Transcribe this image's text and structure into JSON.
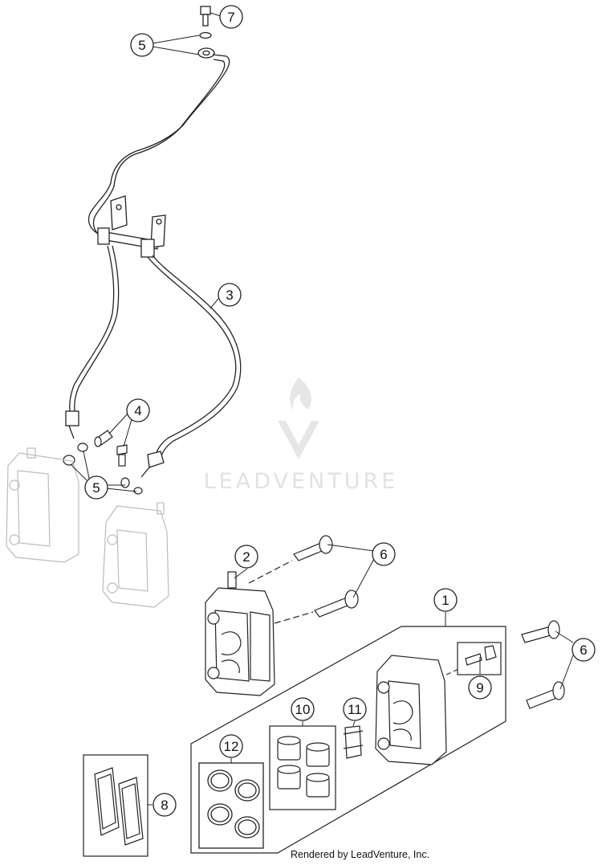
{
  "watermark": {
    "text": "LEADVENTURE"
  },
  "credit": "Rendered by LeadVenture, Inc.",
  "callouts": [
    {
      "key": "c7",
      "label": "7"
    },
    {
      "key": "c5a",
      "label": "5"
    },
    {
      "key": "c3",
      "label": "3"
    },
    {
      "key": "c4",
      "label": "4"
    },
    {
      "key": "c5b",
      "label": "5"
    },
    {
      "key": "c2",
      "label": "2"
    },
    {
      "key": "c6a",
      "label": "6"
    },
    {
      "key": "c1",
      "label": "1"
    },
    {
      "key": "c6b",
      "label": "6"
    },
    {
      "key": "c9",
      "label": "9"
    },
    {
      "key": "c10",
      "label": "10"
    },
    {
      "key": "c11",
      "label": "11"
    },
    {
      "key": "c12",
      "label": "12"
    },
    {
      "key": "c8",
      "label": "8"
    }
  ]
}
